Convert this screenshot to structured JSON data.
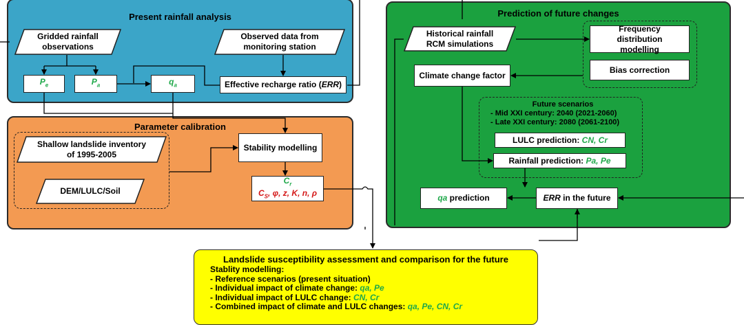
{
  "colors": {
    "blue": "#3ba5c8",
    "orange": "#f39a52",
    "green": "#1ba13f",
    "yellow": "#ffff00",
    "green_text": "#1fa84a",
    "red_text": "#d41818"
  },
  "present": {
    "title": "Present rainfall analysis",
    "gridded": "Gridded rainfall observations",
    "observed": "Observed data from monitoring station",
    "pe": {
      "sym": "P",
      "sub": "e"
    },
    "pa": {
      "sym": "P",
      "sub": "a"
    },
    "qa": {
      "sym": "q",
      "sub": "a"
    },
    "err_prefix": "Effective recharge ratio (",
    "err_abbr": "ERR",
    "err_suffix": ")"
  },
  "calibration": {
    "title": "Parameter calibration",
    "inventory": "Shallow landslide inventory of 1995-2005",
    "dem": "DEM/LULC/Soil",
    "stability": "Stability modelling",
    "cr": {
      "sym": "C",
      "sub": "r"
    },
    "params": {
      "cs_sym": "C",
      "cs_sub": "S",
      "rest": ", φ, z, K, n, ρ"
    }
  },
  "future": {
    "title": "Prediction of future changes",
    "historical": "Historical rainfall RCM simulations",
    "freq": "Frequency distribution modelling",
    "bias": "Bias correction",
    "ccf": "Climate change factor",
    "scenarios": {
      "title": "Future scenarios",
      "mid": "- Mid XXI century:  2040  (2021-2060)",
      "late": "- Late XXI century: 2080 (2061-2100)"
    },
    "lulc_label": "LULC  prediction: ",
    "lulc_vars": "CN, Cr",
    "rain_label": "Rainfall prediction: ",
    "rain_vars": "Pa, Pe",
    "qa_sym": "qa",
    "qa_label": " prediction",
    "err_abbr": "ERR",
    "err_label": " in the future"
  },
  "assessment": {
    "title": "Landslide susceptibility assessment and comparison for the future",
    "heading": "Stablity modelling:",
    "lines": [
      {
        "text": "- Reference scenarios (present situation)",
        "vars": ""
      },
      {
        "text": "- Individual impact of climate change: ",
        "vars": "qa, Pe"
      },
      {
        "text": "- Individual impact of LULC change: ",
        "vars": "CN, Cr"
      },
      {
        "text": "- Combined impact of climate and LULC changes: ",
        "vars": "qa, Pe, CN, Cr"
      }
    ]
  }
}
